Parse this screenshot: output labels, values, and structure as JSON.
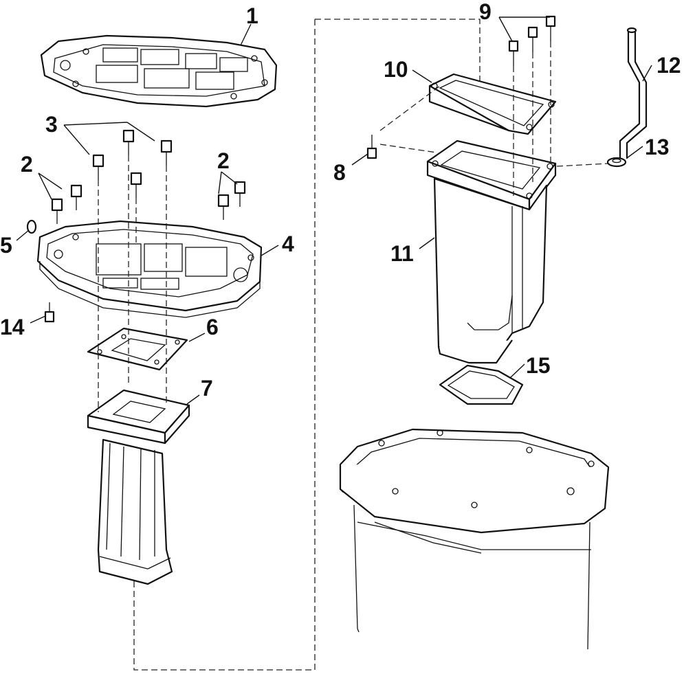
{
  "callouts": [
    {
      "id": "1",
      "label": "1"
    },
    {
      "id": "2a",
      "label": "2"
    },
    {
      "id": "2b",
      "label": "2"
    },
    {
      "id": "3",
      "label": "3"
    },
    {
      "id": "4",
      "label": "4"
    },
    {
      "id": "5",
      "label": "5"
    },
    {
      "id": "6",
      "label": "6"
    },
    {
      "id": "7",
      "label": "7"
    },
    {
      "id": "8",
      "label": "8"
    },
    {
      "id": "9",
      "label": "9"
    },
    {
      "id": "10",
      "label": "10"
    },
    {
      "id": "11",
      "label": "11"
    },
    {
      "id": "12",
      "label": "12"
    },
    {
      "id": "13",
      "label": "13"
    },
    {
      "id": "14",
      "label": "14"
    },
    {
      "id": "15",
      "label": "15"
    }
  ]
}
